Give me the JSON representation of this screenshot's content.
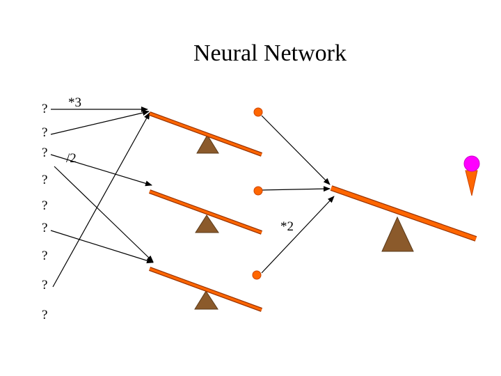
{
  "title": "Neural Network",
  "inputs": [
    "?",
    "?",
    "?",
    "?",
    "?",
    "?",
    "?",
    "?",
    "?"
  ],
  "annotations": {
    "first_weight": "*3",
    "second_weight": "/2",
    "output_weight": "*2"
  },
  "colors": {
    "beam": "#ff6600",
    "beam_edge": "#993300",
    "fulcrum": "#8b5a2b",
    "node": "#ff6600",
    "cone": "#ff6600",
    "ball": "#ff00ff",
    "line": "#000000"
  }
}
